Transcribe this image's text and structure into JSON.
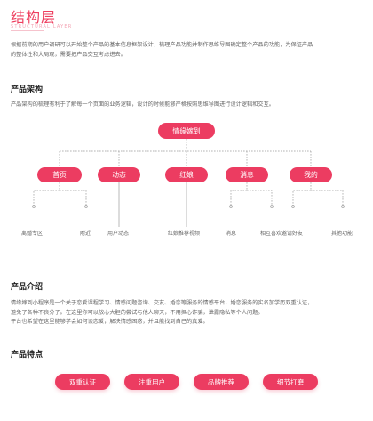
{
  "header": {
    "title": "结构层",
    "subtitle": "STRUCTURAL LAYER"
  },
  "intro": {
    "lines": [
      "根据前期的用户调研可以开始整个产品的基本信息框架设计，梳理产品功能并制作思维导图确定整个产品的功能，为保证产品",
      "的整体性和大局观，需要把产品交互考虑进去。"
    ]
  },
  "architecture": {
    "title": "产品架构",
    "description": "产品架构的梳理有利于了解每一个页面的业务逻辑，设计的时候能够严格按照思维导图进行设计逻辑和交互。",
    "root": "情缘嫁到",
    "branches": [
      {
        "label": "首页",
        "leaves": [
          "离婚专区",
          "附近"
        ]
      },
      {
        "label": "动态",
        "leaves": [
          "用户动态"
        ]
      },
      {
        "label": "红娘",
        "leaves": [
          "红娘推荐视频"
        ]
      },
      {
        "label": "消息",
        "leaves": [
          "消息",
          "相互喜欢"
        ]
      },
      {
        "label": "我的",
        "leaves": [
          "邀请好友",
          "其他功能"
        ]
      }
    ]
  },
  "product_intro": {
    "title": "产品介绍",
    "lines": [
      "情缘嫁到小程序是一个关于恋爱课程学习、情感问题咨询、交友、婚恋等服务的情感平台，婚恋服务的实名加学历双重认证，",
      "避免了各种不良分子。在这里你可以放心大胆的尝试与他人聊天，不用担心诈骗，泄露隐私等个人问题。",
      "平台也希望在这里能够学会如何谈恋爱，解决情感困惑，并且能找到自己的真爱。"
    ]
  },
  "features": {
    "title": "产品特点",
    "items": [
      "双重认证",
      "注重用户",
      "品牌推荐",
      "细节打磨"
    ]
  },
  "colors": {
    "accent": "#ec3c61",
    "line": "#9a9a9a"
  }
}
